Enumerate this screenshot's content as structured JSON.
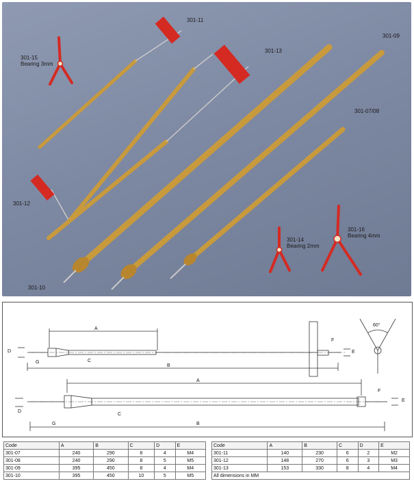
{
  "photo": {
    "labels": {
      "p301_11": "301-11",
      "p301_15": "301-15\nBearing 3mm",
      "p301_13": "301-13",
      "p301_09": "301-09",
      "p301_0708": "301-07/08",
      "p301_12": "301-12",
      "p301_14": "301-14\nBearing 2mm",
      "p301_16": "301-16\nBearing 4mm",
      "p301_10": "301-10"
    }
  },
  "drawing": {
    "labels": {
      "A": "A",
      "B": "B",
      "C": "C",
      "D": "D",
      "E": "E",
      "F": "F",
      "G": "G",
      "angle": "60°"
    }
  },
  "table_left": {
    "headers": [
      "Code",
      "A",
      "B",
      "C",
      "D",
      "E"
    ],
    "rows": [
      [
        "301-07",
        "240",
        "290",
        "8",
        "4",
        "M4"
      ],
      [
        "301-08",
        "240",
        "290",
        "8",
        "5",
        "M5"
      ],
      [
        "301-09",
        "395",
        "450",
        "8",
        "4",
        "M4"
      ],
      [
        "301-10",
        "395",
        "450",
        "10",
        "5",
        "M5"
      ]
    ]
  },
  "table_right": {
    "headers": [
      "Code",
      "A",
      "B",
      "C",
      "D",
      "E"
    ],
    "rows": [
      [
        "301-11",
        "140",
        "230",
        "6",
        "2",
        "M2"
      ],
      [
        "301-12",
        "148",
        "270",
        "6",
        "3",
        "M3"
      ],
      [
        "301-13",
        "153",
        "330",
        "8",
        "4",
        "M4"
      ]
    ],
    "note": "All dimensions in MM"
  }
}
